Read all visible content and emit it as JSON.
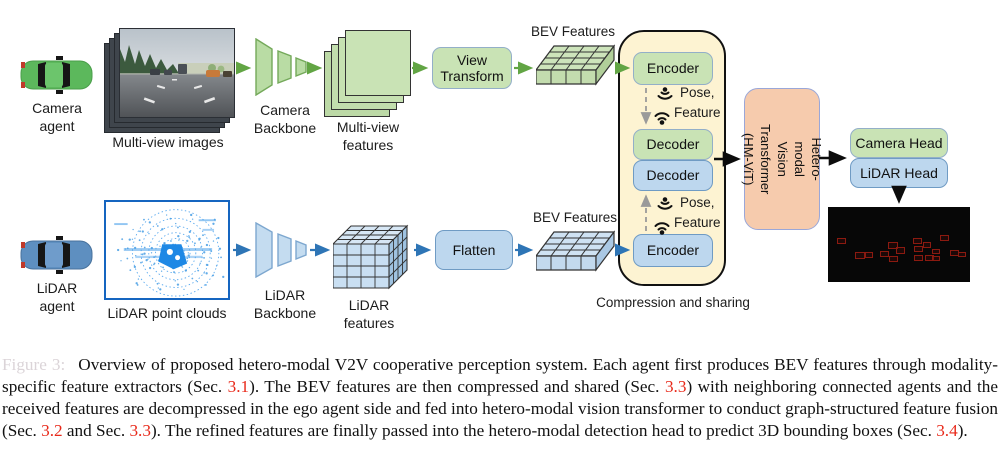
{
  "colors": {
    "green_fill": "#c9e3b5",
    "green_stroke": "#72ab50",
    "green_arrow": "#62a544",
    "blue_fill": "#bdd7ee",
    "blue_stroke": "#7da7cf",
    "blue_arrow": "#2e75b6",
    "compression_fill": "#fdf3d2",
    "hmvit_fill": "#f6cbad",
    "caption_ref_red": "#e8291a",
    "detection_red": "#8b1a10"
  },
  "camera_branch": {
    "agent_label": "Camera agent",
    "images_label": "Multi-view images",
    "backbone_label": "Camera Backbone",
    "features_label": "Multi-view features",
    "view_transform_label": "View Transform",
    "bev_label": "BEV Features"
  },
  "lidar_branch": {
    "agent_label": "LiDAR agent",
    "pointcloud_label": "LiDAR point clouds",
    "backbone_label": "LiDAR Backbone",
    "features_label": "LiDAR features",
    "flatten_label": "Flatten",
    "bev_label": "BEV Features"
  },
  "compression": {
    "label": "Compression and sharing",
    "encoder_camera": "Encoder",
    "decoder_camera": "Decoder",
    "decoder_lidar": "Decoder",
    "encoder_lidar": "Encoder",
    "pose_label": "Pose,",
    "feature_label": "Feature"
  },
  "hmvit": {
    "line1": "Hetero-modal",
    "line2": "Vision Transformer",
    "line3": "(HM-ViT)"
  },
  "heads": {
    "camera": "Camera Head",
    "lidar": "LiDAR Head"
  },
  "detections": [
    [
      9,
      31,
      9,
      6
    ],
    [
      27,
      45,
      10,
      7
    ],
    [
      37,
      45,
      8,
      6
    ],
    [
      52,
      44,
      9,
      6
    ],
    [
      60,
      35,
      10,
      7
    ],
    [
      61,
      49,
      9,
      6
    ],
    [
      68,
      40,
      9,
      7
    ],
    [
      85,
      31,
      9,
      6
    ],
    [
      86,
      39,
      9,
      6
    ],
    [
      86,
      48,
      9,
      6
    ],
    [
      95,
      35,
      8,
      6
    ],
    [
      97,
      48,
      9,
      6
    ],
    [
      104,
      42,
      8,
      5
    ],
    [
      104,
      49,
      8,
      5
    ],
    [
      112,
      28,
      9,
      6
    ],
    [
      122,
      43,
      9,
      6
    ],
    [
      130,
      45,
      8,
      5
    ]
  ],
  "caption": {
    "figure_label": "Figure 3:",
    "segments": [
      {
        "text": "Overview of proposed hetero-modal V2V cooperative perception system. Each agent first produces BEV features through modality-specific feature extractors (Sec. ",
        "style": "normal"
      },
      {
        "text": "3.1",
        "style": "ref"
      },
      {
        "text": ").  The BEV features are then compressed and shared (Sec. ",
        "style": "normal"
      },
      {
        "text": "3.3",
        "style": "ref"
      },
      {
        "text": ") with neighboring connected agents and the received features are decompressed in the ego agent side and fed into hetero-modal vision transformer to conduct graph-structured feature fusion (Sec. ",
        "style": "normal"
      },
      {
        "text": "3.2",
        "style": "ref"
      },
      {
        "text": " and Sec. ",
        "style": "normal"
      },
      {
        "text": "3.3",
        "style": "ref"
      },
      {
        "text": ").  The refined features are finally passed into the hetero-modal detection head to predict 3D bounding boxes (Sec. ",
        "style": "normal"
      },
      {
        "text": "3.4",
        "style": "ref"
      },
      {
        "text": ").",
        "style": "normal"
      }
    ]
  }
}
